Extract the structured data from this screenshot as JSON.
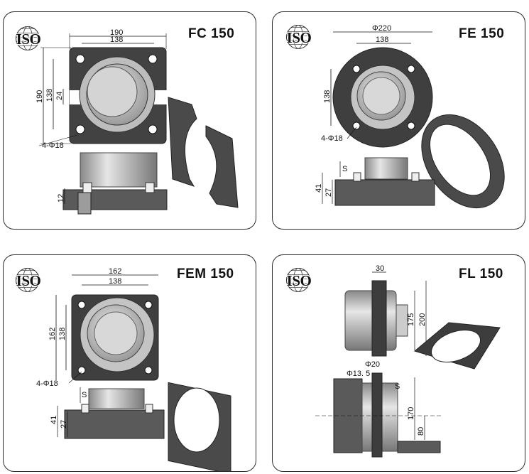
{
  "logo_text": "ISO",
  "panels": [
    {
      "title": "FC 150",
      "dims": {
        "width_outer": "190",
        "width_inner": "138",
        "height_outer": "190",
        "height_inner": "138",
        "gap": "24",
        "holes": "4-Φ18",
        "thickness": "12"
      }
    },
    {
      "title": "FE 150",
      "dims": {
        "diameter": "Φ220",
        "width_inner": "138",
        "height_inner": "138",
        "holes": "4-Φ18",
        "s": "S",
        "h41": "41",
        "h27": "27"
      }
    },
    {
      "title": "FEM 150",
      "dims": {
        "width_outer": "162",
        "width_inner": "138",
        "height_outer": "162",
        "height_inner": "138",
        "holes": "4-Φ18",
        "s": "S",
        "h41": "41",
        "h27": "27"
      }
    },
    {
      "title": "FL 150",
      "dims": {
        "w30": "30",
        "h175": "175",
        "h200": "200",
        "d20": "Φ20",
        "d13": "Φ13. 5",
        "s": "S",
        "h170": "170",
        "h80": "80"
      }
    }
  ],
  "colors": {
    "dark": "#3d3d3d",
    "mid": "#8a8a8a",
    "light": "#cfcfcf",
    "outline": "#2b2b2b"
  }
}
